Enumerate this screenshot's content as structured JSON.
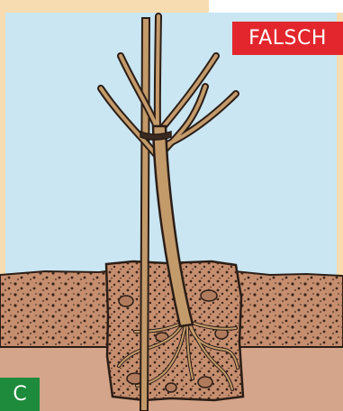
{
  "labels": {
    "verdict": "FALSCH",
    "panel": "C"
  },
  "colors": {
    "sky": "#c9e6f2",
    "frame": "#f6dcb0",
    "topsoil": "#c58e6f",
    "subsoil": "#d4a58a",
    "verdict_badge": "#e3262d",
    "panel_badge": "#1e8a3c",
    "wood": "#c39a6a",
    "outline": "#2b1d16"
  },
  "scene": {
    "tree": "bare-root-tree",
    "support": "stake",
    "tie": "tree-tie",
    "ground": "planting-hole-in-soil"
  }
}
